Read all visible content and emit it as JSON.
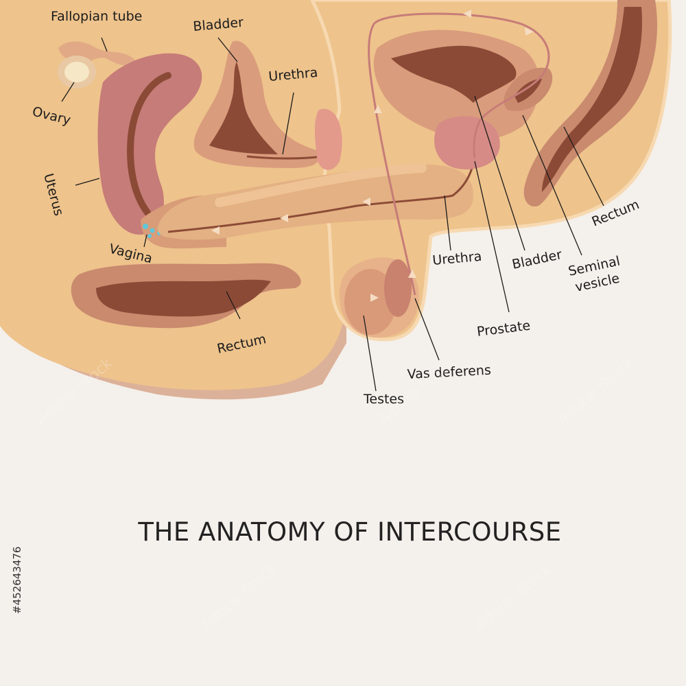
{
  "title": "THE ANATOMY OF INTERCOURSE",
  "stock_id": "#452643476",
  "watermark": "Adobe Stock",
  "labels": {
    "fallopian_tube": "Fallopian tube",
    "ovary": "Ovary",
    "uterus": "Uterus",
    "vagina": "Vagina",
    "bladder_female": "Bladder",
    "urethra_female": "Urethra",
    "rectum_female": "Rectum",
    "urethra_male": "Urethra",
    "bladder_male": "Bladder",
    "seminal_vesicle_line1": "Seminal",
    "seminal_vesicle_line2": "vesicle",
    "rectum_male": "Rectum",
    "prostate": "Prostate",
    "vas_deferens": "Vas deferens",
    "testes": "Testes"
  },
  "colors": {
    "background": "#f4f0eb",
    "body": "#eec38c",
    "body_outline": "#e4a878",
    "organ": "#c98a6e",
    "organ_dark": "#8b4a36",
    "uterus": "#c67c78",
    "penis": "#e3b183",
    "semen": "#5fc7dc"
  }
}
